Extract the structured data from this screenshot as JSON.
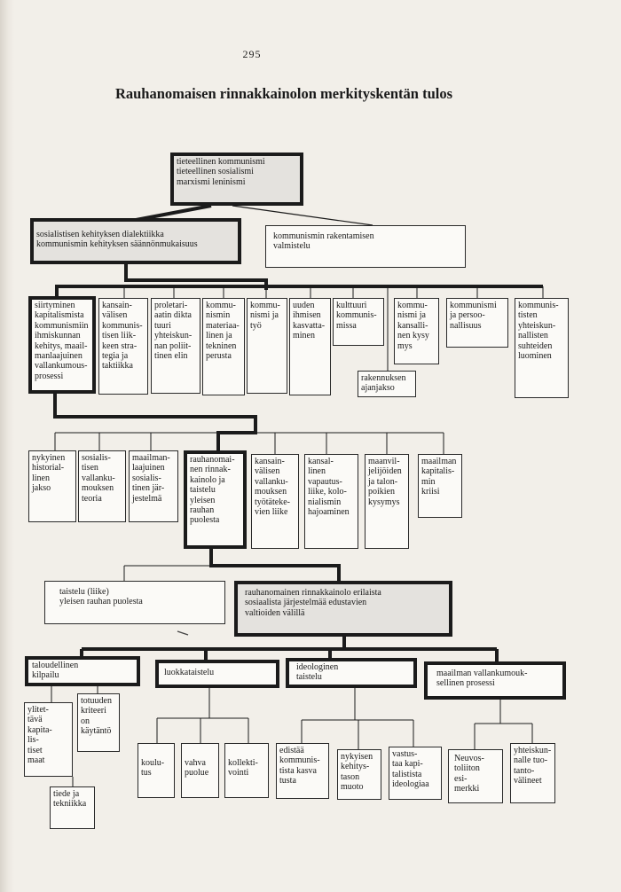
{
  "page_number": "295",
  "title": "Rauhanomaisen rinnakkainolon merkityskentän tulos",
  "nodes": {
    "root": "tieteellinen kommunismi\ntieteellinen sosialismi\nmarxismi leninismi",
    "l1_dialectics": "sosialistisen kehityksen dialektiikka\nkommunismin kehityksen säännönmukaisuus",
    "l1_building": "kommunismin rakentamisen\nvalmistelu",
    "l2_transition": "siirtyminen\nkapitalismista\nkommunismiin\nihmiskunnan\nkehitys, maail-\nmanlaajuinen\nvallankumous-\nprosessi",
    "l2_intl_movement": "kansain-\nvälisen\nkommunis-\ntisen liik-\nkeen stra-\ntegia ja\ntaktiikka",
    "l2_dictatorship": "proletari-\naatin dikta\ntuuri\nyhteiskun-\nnan poliit-\ntinen elin",
    "l2_material": "kommu-\nnismin\nmateriaa-\nlinen ja\ntekninen\nperusta",
    "l2_labour": "kommu-\nnismi ja\ntyö",
    "l2_new_man": "uuden\nihmisen\nkasvatta-\nminen",
    "l2_culture": "kulttuuri\nkommunis-\nmissa",
    "l2_national": "kommu-\nnismi ja\nkansalli-\nnen kysy\nmys",
    "l2_personality": "kommunismi\nja persoo-\nnallisuus",
    "l2_social_rel": "kommunis-\ntisten\nyhteiskun-\nnallisten\nsuhteiden\nluominen",
    "l2_reconstruction": "rakennuksen\najanjakso",
    "l3_current": "nykyinen\nhistorial-\nlinen\njakso",
    "l3_theory": "sosialis-\ntisen\nvallanku-\nmouksen\nteoria",
    "l3_world_system": "maailman-\nlaajuinen\nsosialis-\ntinen jär-\njestelmä",
    "l3_peaceful": "rauhanomai-\nnen rinnak-\nkainolo ja\ntaistelu\nyleisen\nrauhan\npuolesta",
    "l3_workers": "kansain-\nvälisen\nvallanku-\nmouksen\ntyötäteke-\nvien liike",
    "l3_liberation": "kansal-\nlinen\nvapautus-\nliike, kolo-\nnialismin\nhajoaminen",
    "l3_peasant": "maanvil-\njelijöiden\nja talon-\npoikien\nkysymys",
    "l3_crisis": "maailman\nkapitalis-\nmin\nkriisi",
    "l4_peace_struggle": "taistelu (liike)\nyleisen rauhan puolesta",
    "l4_coexistence": "rauhanomainen rinnakkainolo erilaista\nsosiaalista järjestelmää edustavien\nvaltioiden välillä",
    "l5_economic": "taloudellinen\nkilpailu",
    "l5_class": "luokkataistelu",
    "l5_ideological": "ideologinen\ntaistelu",
    "l5_revolution": "maailman vallankumouk-\nsellinen prosessi",
    "l6_overtake": "ylitet-\ntävä\nkapita-\nlis-\ntiset\nmaat",
    "l6_criterion": "totuuden\nkriteeri\non\nkäytäntö",
    "l6_science": "tiede ja\ntekniikka",
    "l6_schooling": "koulu-\ntus",
    "l6_strong_party": "vahva\npuolue",
    "l6_collective": "kollekti-\nvointi",
    "l6_promote": "edistää\nkommunis-\ntista kasva\ntusta",
    "l6_level": "nykyisen\nkehitys-\ntason\nmuoto",
    "l6_oppose": "vastus-\ntaa kapi-\ntalistista\nideologiaa",
    "l6_soviet": "Neuvos-\ntoliiton\nesi-\nmerkki",
    "l6_social_future": "yhteiskun-\nnalle tuo-\ntanto-\nvälineet"
  }
}
